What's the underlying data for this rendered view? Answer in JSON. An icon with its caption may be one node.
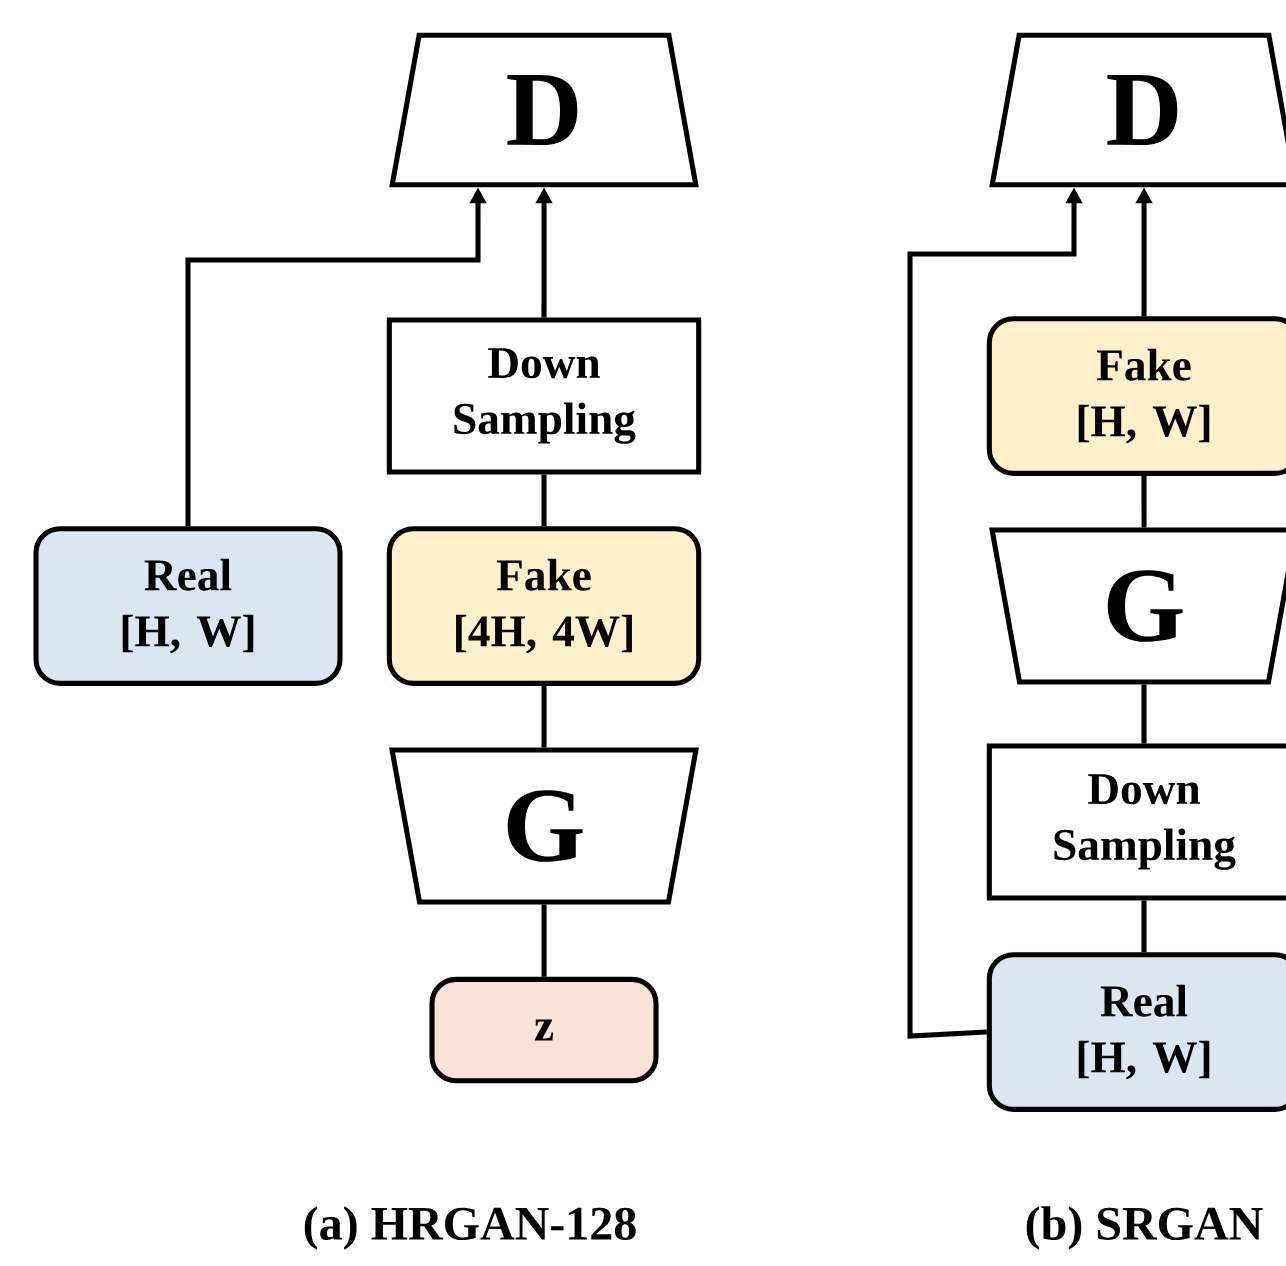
{
  "diagram": {
    "nodes": [
      {
        "text": [
          "D"
        ]
      },
      {
        "text": [
          "Down Sampling"
        ]
      },
      {
        "text": [
          "Real",
          "[H, W]"
        ]
      },
      {
        "text": [
          "Fake",
          "[4H, 4W]"
        ]
      },
      {
        "text": [
          "G"
        ]
      },
      {
        "text": [
          "z"
        ]
      },
      {
        "text": [
          "D"
        ]
      },
      {
        "text": [
          "Fake",
          "[H, W]"
        ]
      },
      {
        "text": [
          "G"
        ]
      },
      {
        "text": [
          "Down Sampling"
        ]
      },
      {
        "text": [
          "Real",
          "[H, W]"
        ]
      }
    ],
    "edges": [
      {
        "from": 5,
        "to": 4,
        "arrow": "none"
      },
      {
        "from": 4,
        "to": 3,
        "arrow": "none"
      },
      {
        "from": 3,
        "to": 1,
        "arrow": "none"
      },
      {
        "from": 1,
        "to": 0,
        "arrow": "to"
      },
      {
        "from": 2,
        "to": 0,
        "arrow": "to"
      },
      {
        "from": 10,
        "to": 9,
        "arrow": "none"
      },
      {
        "from": 9,
        "to": 8,
        "arrow": "none"
      },
      {
        "from": 8,
        "to": 7,
        "arrow": "none"
      },
      {
        "from": 7,
        "to": 6,
        "arrow": "to"
      },
      {
        "from": 10,
        "to": 6,
        "arrow": "to"
      }
    ],
    "labels": [
      "(a) HRGAN-128",
      "(b) SRGAN"
    ]
  }
}
